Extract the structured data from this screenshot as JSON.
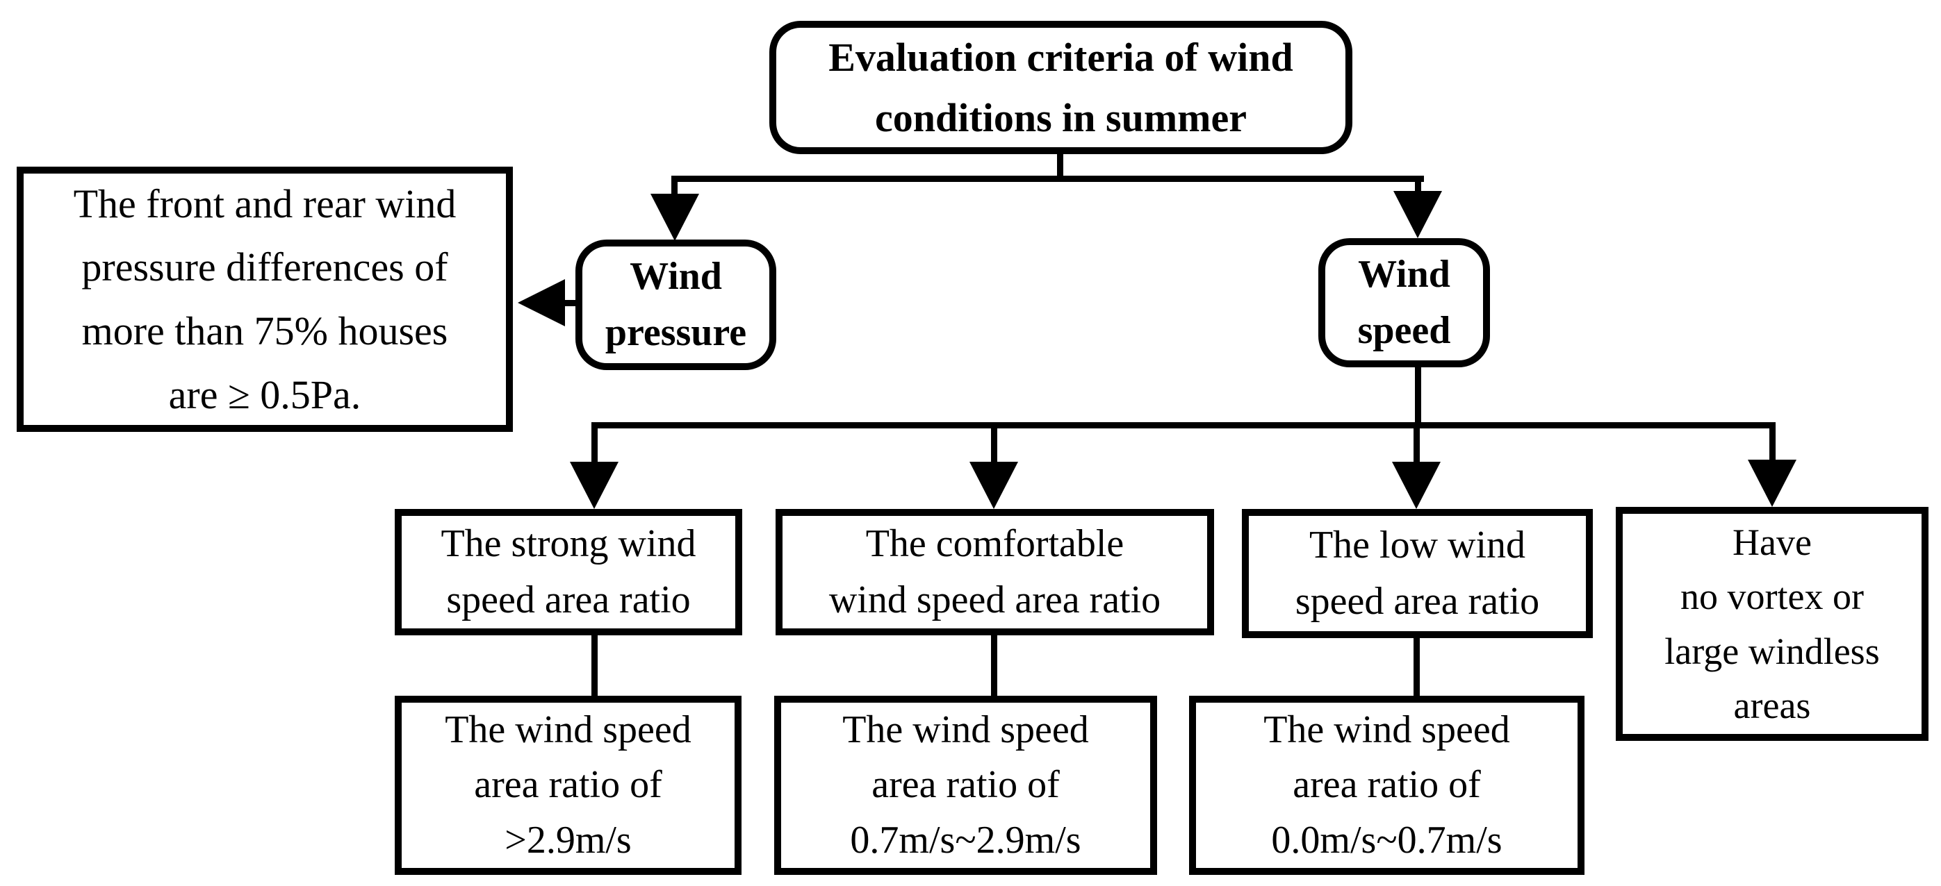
{
  "diagram": {
    "nodes": {
      "root": {
        "label": "Evaluation criteria of wind\nconditions in summer"
      },
      "wind_pressure": {
        "label": "Wind\npressure"
      },
      "wind_speed": {
        "label": "Wind\nspeed"
      },
      "wind_pressure_criterion": {
        "label": "The front and rear wind\npressure differences of\nmore than 75% houses\nare ≥ 0.5Pa."
      },
      "strong_wind": {
        "label": "The strong wind\nspeed area ratio"
      },
      "comfortable_wind": {
        "label": "The comfortable\nwind speed area ratio"
      },
      "low_wind": {
        "label": "The low wind\nspeed area ratio"
      },
      "vortex": {
        "label": "Have\nno vortex or\nlarge windless\nareas"
      },
      "strong_wind_def": {
        "label": "The wind speed\narea ratio of\n>2.9m/s"
      },
      "comfortable_wind_def": {
        "label": "The wind speed\narea ratio of\n0.7m/s~2.9m/s"
      },
      "low_wind_def": {
        "label": "The wind speed\narea ratio of\n0.0m/s~0.7m/s"
      }
    },
    "edges": [
      {
        "from": "root",
        "to": "wind_pressure",
        "arrow": true
      },
      {
        "from": "root",
        "to": "wind_speed",
        "arrow": true
      },
      {
        "from": "wind_pressure",
        "to": "wind_pressure_criterion",
        "arrow": true
      },
      {
        "from": "wind_speed",
        "to": "strong_wind",
        "arrow": true
      },
      {
        "from": "wind_speed",
        "to": "comfortable_wind",
        "arrow": true
      },
      {
        "from": "wind_speed",
        "to": "low_wind",
        "arrow": true
      },
      {
        "from": "wind_speed",
        "to": "vortex",
        "arrow": true
      },
      {
        "from": "strong_wind",
        "to": "strong_wind_def",
        "arrow": false
      },
      {
        "from": "comfortable_wind",
        "to": "comfortable_wind_def",
        "arrow": false
      },
      {
        "from": "low_wind",
        "to": "low_wind_def",
        "arrow": false
      }
    ],
    "colors": {
      "line": "#000000",
      "text": "#000000",
      "box_fill": "#ffffff",
      "background": "#ffffff"
    }
  }
}
